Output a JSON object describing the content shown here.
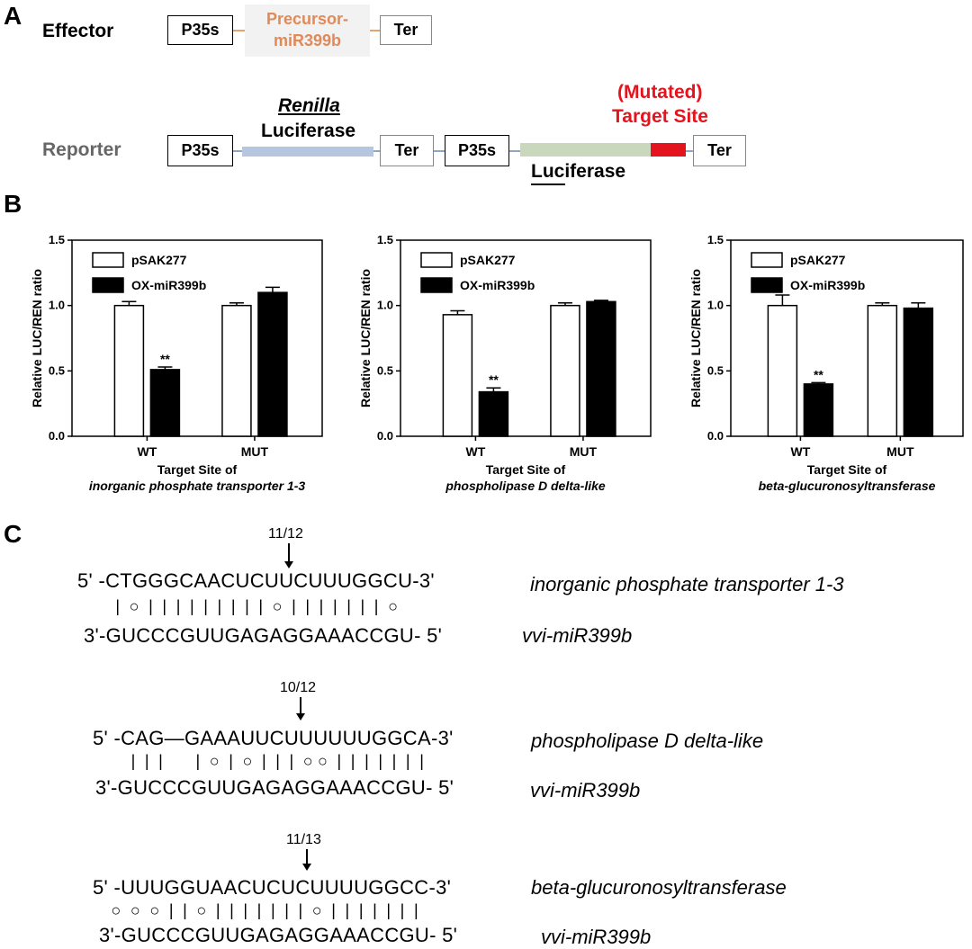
{
  "panel_labels": {
    "a": "A",
    "b": "B",
    "c": "C"
  },
  "effector": {
    "label": "Effector",
    "promoter": "P35s",
    "precursor": "Precursor-\nmiR399b",
    "terminator": "Ter"
  },
  "reporter": {
    "label": "Reporter",
    "promoter1": "P35s",
    "renilla_label": "Renilla",
    "renilla_sub": "Luciferase",
    "terminator1": "Ter",
    "promoter2": "P35s",
    "luciferase_label": "Luciferase",
    "target_label_1": "(Mutated)",
    "target_label_2": "Target Site",
    "terminator2": "Ter"
  },
  "colors": {
    "precursor_text": "#e08a5a",
    "precursor_bg": "#f2f2f2",
    "orange_line": "#e8a36a",
    "renilla_bar": "#b4c6e0",
    "luciferase_bar": "#c9d7bd",
    "target_site": "#e3141d",
    "reporter_text": "#666666"
  },
  "chart_data": [
    {
      "type": "bar",
      "categories": [
        "WT",
        "MUT"
      ],
      "series": [
        {
          "name": "pSAK277",
          "values": [
            1.0,
            1.0
          ],
          "errors": [
            0.03,
            0.02
          ]
        },
        {
          "name": "OX-miR399b",
          "values": [
            0.51,
            1.1
          ],
          "errors": [
            0.02,
            0.04
          ]
        }
      ],
      "annotations": [
        "**",
        ""
      ],
      "ylabel": "Relative LUC/REN ratio",
      "xlabel_1": "Target Site of",
      "xlabel_2": "inorganic phosphate transporter 1-3",
      "ylim": [
        0,
        1.5
      ],
      "yticks": [
        "0.0",
        "0.5",
        "1.0",
        "1.5"
      ],
      "legend": "top-left"
    },
    {
      "type": "bar",
      "categories": [
        "WT",
        "MUT"
      ],
      "series": [
        {
          "name": "pSAK277",
          "values": [
            0.93,
            1.0
          ],
          "errors": [
            0.03,
            0.02
          ]
        },
        {
          "name": "OX-miR399b",
          "values": [
            0.34,
            1.03
          ],
          "errors": [
            0.03,
            0.01
          ]
        }
      ],
      "annotations": [
        "**",
        ""
      ],
      "ylabel": "Relative LUC/REN ratio",
      "xlabel_1": "Target Site of",
      "xlabel_2": "phospholipase D delta-like",
      "ylim": [
        0,
        1.5
      ],
      "yticks": [
        "0.0",
        "0.5",
        "1.0",
        "1.5"
      ],
      "legend": "top-left"
    },
    {
      "type": "bar",
      "categories": [
        "WT",
        "MUT"
      ],
      "series": [
        {
          "name": "pSAK277",
          "values": [
            1.0,
            1.0
          ],
          "errors": [
            0.08,
            0.02
          ]
        },
        {
          "name": "OX-miR399b",
          "values": [
            0.4,
            0.98
          ],
          "errors": [
            0.01,
            0.04
          ]
        }
      ],
      "annotations": [
        "**",
        ""
      ],
      "ylabel": "Relative LUC/REN ratio",
      "xlabel_1": "Target Site of",
      "xlabel_2": "beta-glucuronosyltransferase",
      "ylim": [
        0,
        1.5
      ],
      "yticks": [
        "0.0",
        "0.5",
        "1.0",
        "1.5"
      ],
      "legend": "top-left"
    }
  ],
  "alignments": [
    {
      "fraction": "11/12",
      "top": "5' -CTGGGCAACUCUUCUUUGGCU-3'",
      "pairs": "  |  ○  |  |  |  |  |  |  |  |  |  ○  |  |  |  |  |  |  |  ○",
      "bottom": "3'-GUCCCGUUGAGAGGAAACCGU- 5'",
      "target_gene": "inorganic phosphate transporter 1-3",
      "mirna": "vvi-miR399b"
    },
    {
      "fraction": "10/12",
      "top": "5' -CAG—GAAAUUCUUUUUUGGCA-3'",
      "pairs": "   |  |  |       |  ○  |  ○  |  |  |  ○ ○  |  |  |  |  |  |  |",
      "bottom": "3'-GUCCCGUUGAGAGGAAACCGU- 5'",
      "target_gene": "phospholipase D delta-like",
      "mirna": "vvi-miR399b"
    },
    {
      "fraction": "11/13",
      "top": "5' -UUUGGUAACUCUCUUUUGGCC-3'",
      "pairs": "  ○  ○  ○  |  |  ○  |  |  |  |  |  |  |  ○  |  |  |  |  |  |  |",
      "bottom": "3'-GUCCCGUUGAGAGGAAACCGU- 5'",
      "target_gene": "beta-glucuronosyltransferase",
      "mirna": "vvi-miR399b"
    }
  ]
}
